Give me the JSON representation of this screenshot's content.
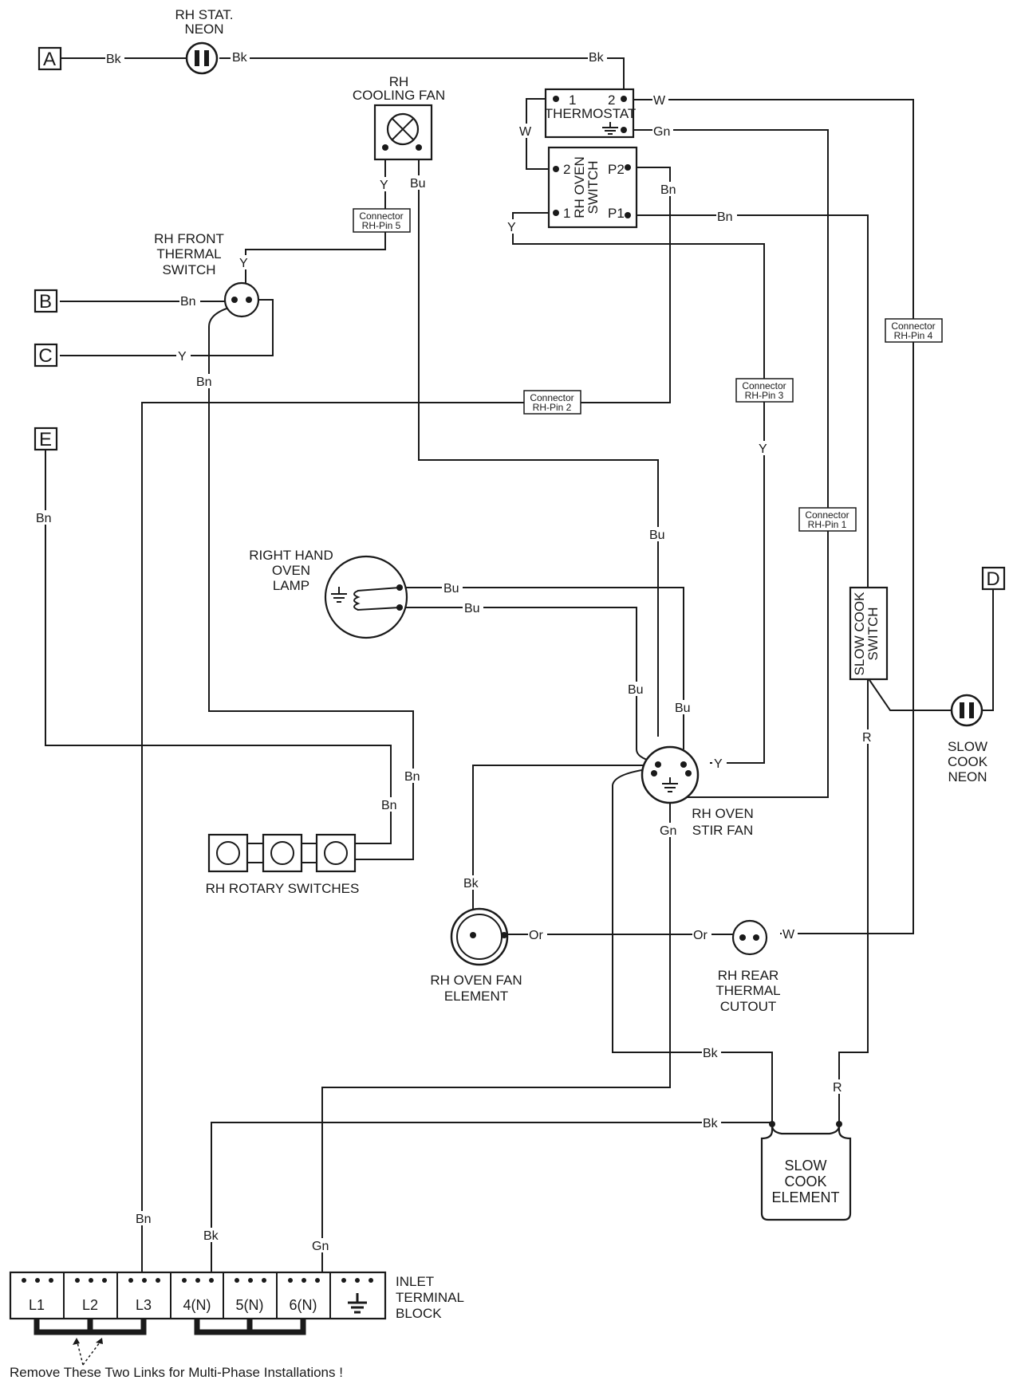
{
  "terminals": {
    "A": "A",
    "B": "B",
    "C": "C",
    "D": "D",
    "E": "E"
  },
  "components": {
    "rh_stat_neon": [
      "RH STAT.",
      "NEON"
    ],
    "rh_cooling_fan": [
      "RH",
      "COOLING FAN"
    ],
    "thermostat": "THERMOSTAT",
    "thermostat_pin1": "1",
    "thermostat_pin2": "2",
    "rh_oven_switch": [
      "RH OVEN",
      "SWITCH"
    ],
    "oven_switch_pins": {
      "p2": "P2",
      "p1": "P1",
      "pin2": "2",
      "pin1": "1"
    },
    "rh_front_thermal_switch": [
      "RH FRONT",
      "THERMAL",
      "SWITCH"
    ],
    "right_hand_oven_lamp": [
      "RIGHT HAND",
      "OVEN",
      "LAMP"
    ],
    "rh_rotary_switches": "RH ROTARY SWITCHES",
    "rh_oven_stir_fan": [
      "RH OVEN",
      "STIR FAN"
    ],
    "rh_oven_fan_element": [
      "RH OVEN FAN",
      "ELEMENT"
    ],
    "rh_rear_thermal_cutout": [
      "RH REAR",
      "THERMAL",
      "CUTOUT"
    ],
    "slow_cook_switch": [
      "SLOW COOK",
      "SWITCH"
    ],
    "slow_cook_neon": [
      "SLOW",
      "COOK",
      "NEON"
    ],
    "slow_cook_element": [
      "SLOW",
      "COOK",
      "ELEMENT"
    ],
    "inlet_terminal_block": [
      "INLET",
      "TERMINAL",
      "BLOCK"
    ]
  },
  "connectors": {
    "pin5": [
      "Connector",
      "RH-Pin 5"
    ],
    "pin4": [
      "Connector",
      "RH-Pin 4"
    ],
    "pin3": [
      "Connector",
      "RH-Pin 3"
    ],
    "pin2": [
      "Connector",
      "RH-Pin 2"
    ],
    "pin1": [
      "Connector",
      "RH-Pin 1"
    ]
  },
  "terminal_block": {
    "terminals": [
      "L1",
      "L2",
      "L3",
      "4(N)",
      "5(N)",
      "6(N)"
    ],
    "earth_icon": "earth-icon"
  },
  "wire_labels": {
    "bk": "Bk",
    "w": "W",
    "gn": "Gn",
    "bn": "Bn",
    "y": "Y",
    "bu": "Bu",
    "or": "Or",
    "r": "R"
  },
  "footer_note": "Remove These Two Links for Multi-Phase Installations !",
  "icons": [
    "neon-icon",
    "fan-cross-icon",
    "earth-icon",
    "lamp-coil-icon",
    "rotary-knob-icon"
  ],
  "colors": {
    "ink": "#1a1a1a",
    "background": "#ffffff"
  }
}
